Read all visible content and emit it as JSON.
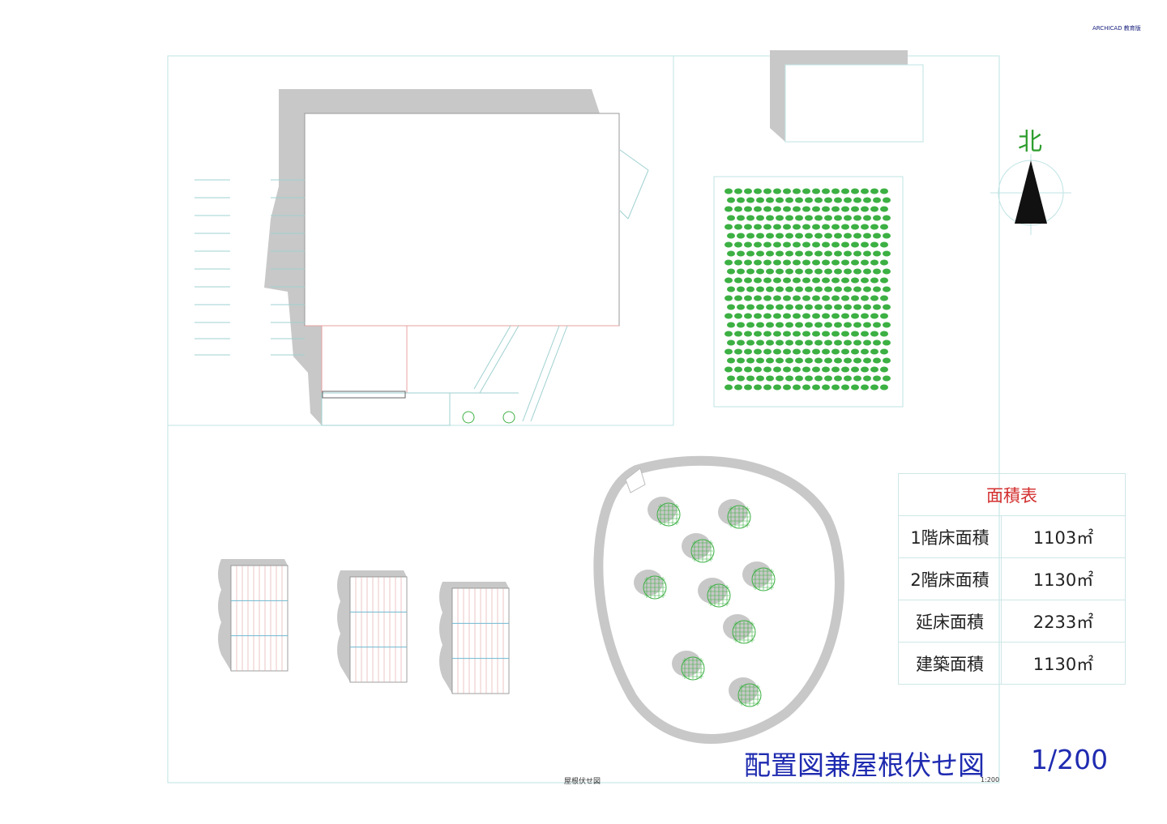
{
  "watermark": "ARCHICAD 教育版",
  "north_label": "北",
  "area_table": {
    "title": "面積表",
    "rows": [
      {
        "label": "1階床面積",
        "value": "1103㎡"
      },
      {
        "label": "2階床面積",
        "value": "1130㎡"
      },
      {
        "label": "延床面積",
        "value": "2233㎡"
      },
      {
        "label": "建築面積",
        "value": "1130㎡"
      }
    ]
  },
  "drawing_title": "配置図兼屋根伏せ図",
  "drawing_scale": "1/200",
  "view_caption": "屋根伏せ図",
  "view_scale": "1:200",
  "colors": {
    "shadow": "#c8c8c8",
    "guide": "#bfe3e3",
    "tree": "#3cb043",
    "title": "#1f2bb0",
    "table_title": "#d32f2f",
    "north": "#2e9e2e"
  }
}
